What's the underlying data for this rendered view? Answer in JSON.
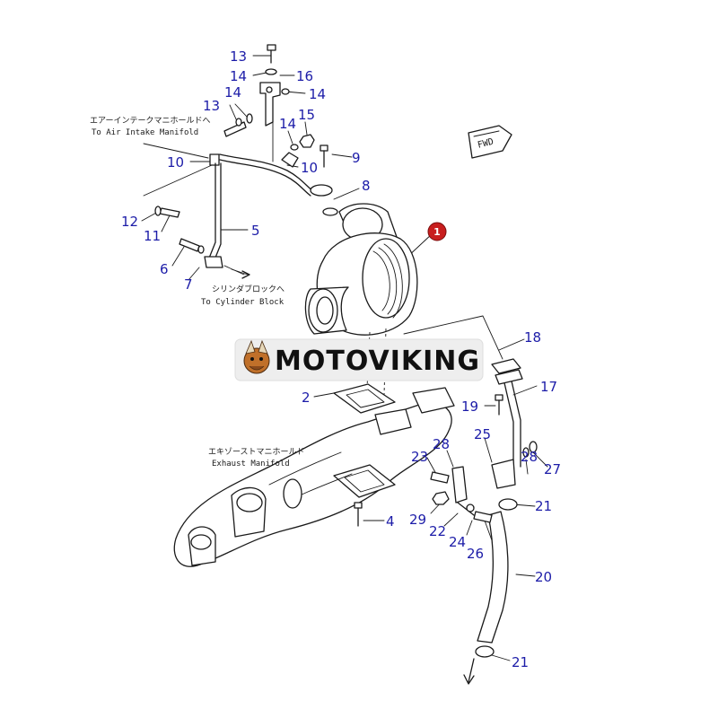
{
  "watermark": {
    "brand": "MOTOVIKING"
  },
  "direction_marker": {
    "label": "FWD"
  },
  "annotations": {
    "air_intake_jp": "エアーインテークマニホールドへ",
    "air_intake_en": "To Air Intake Manifold",
    "cylinder_block_jp": "シリンダブロックへ",
    "cylinder_block_en": "To Cylinder Block",
    "exhaust_jp": "エキゾーストマニホールド",
    "exhaust_en": "Exhaust Manifold"
  },
  "main_part": {
    "number": "1",
    "color": "#c81e1e"
  },
  "callouts": [
    {
      "id": "c13a",
      "label": "13"
    },
    {
      "id": "c14a",
      "label": "14"
    },
    {
      "id": "c16",
      "label": "16"
    },
    {
      "id": "c14b",
      "label": "14"
    },
    {
      "id": "c14c",
      "label": "14"
    },
    {
      "id": "c13b",
      "label": "13"
    },
    {
      "id": "c15",
      "label": "15"
    },
    {
      "id": "c14d",
      "label": "14"
    },
    {
      "id": "c9",
      "label": "9"
    },
    {
      "id": "c10a",
      "label": "10"
    },
    {
      "id": "c10b",
      "label": "10"
    },
    {
      "id": "c8",
      "label": "8"
    },
    {
      "id": "c12",
      "label": "12"
    },
    {
      "id": "c11",
      "label": "11"
    },
    {
      "id": "c5",
      "label": "5"
    },
    {
      "id": "c6",
      "label": "6"
    },
    {
      "id": "c7",
      "label": "7"
    },
    {
      "id": "c18",
      "label": "18"
    },
    {
      "id": "c2",
      "label": "2"
    },
    {
      "id": "c17",
      "label": "17"
    },
    {
      "id": "c19",
      "label": "19"
    },
    {
      "id": "c25",
      "label": "25"
    },
    {
      "id": "c28a",
      "label": "28"
    },
    {
      "id": "c23",
      "label": "23"
    },
    {
      "id": "c28b",
      "label": "28"
    },
    {
      "id": "c27",
      "label": "27"
    },
    {
      "id": "c21a",
      "label": "21"
    },
    {
      "id": "c29",
      "label": "29"
    },
    {
      "id": "c4",
      "label": "4"
    },
    {
      "id": "c22",
      "label": "22"
    },
    {
      "id": "c24",
      "label": "24"
    },
    {
      "id": "c26",
      "label": "26"
    },
    {
      "id": "c20",
      "label": "20"
    },
    {
      "id": "c21b",
      "label": "21"
    }
  ],
  "colors": {
    "callout": "#1c1ca8",
    "line": "#1a1a1a",
    "badge": "#c81e1e",
    "watermark_bg": "#eeeeee"
  }
}
